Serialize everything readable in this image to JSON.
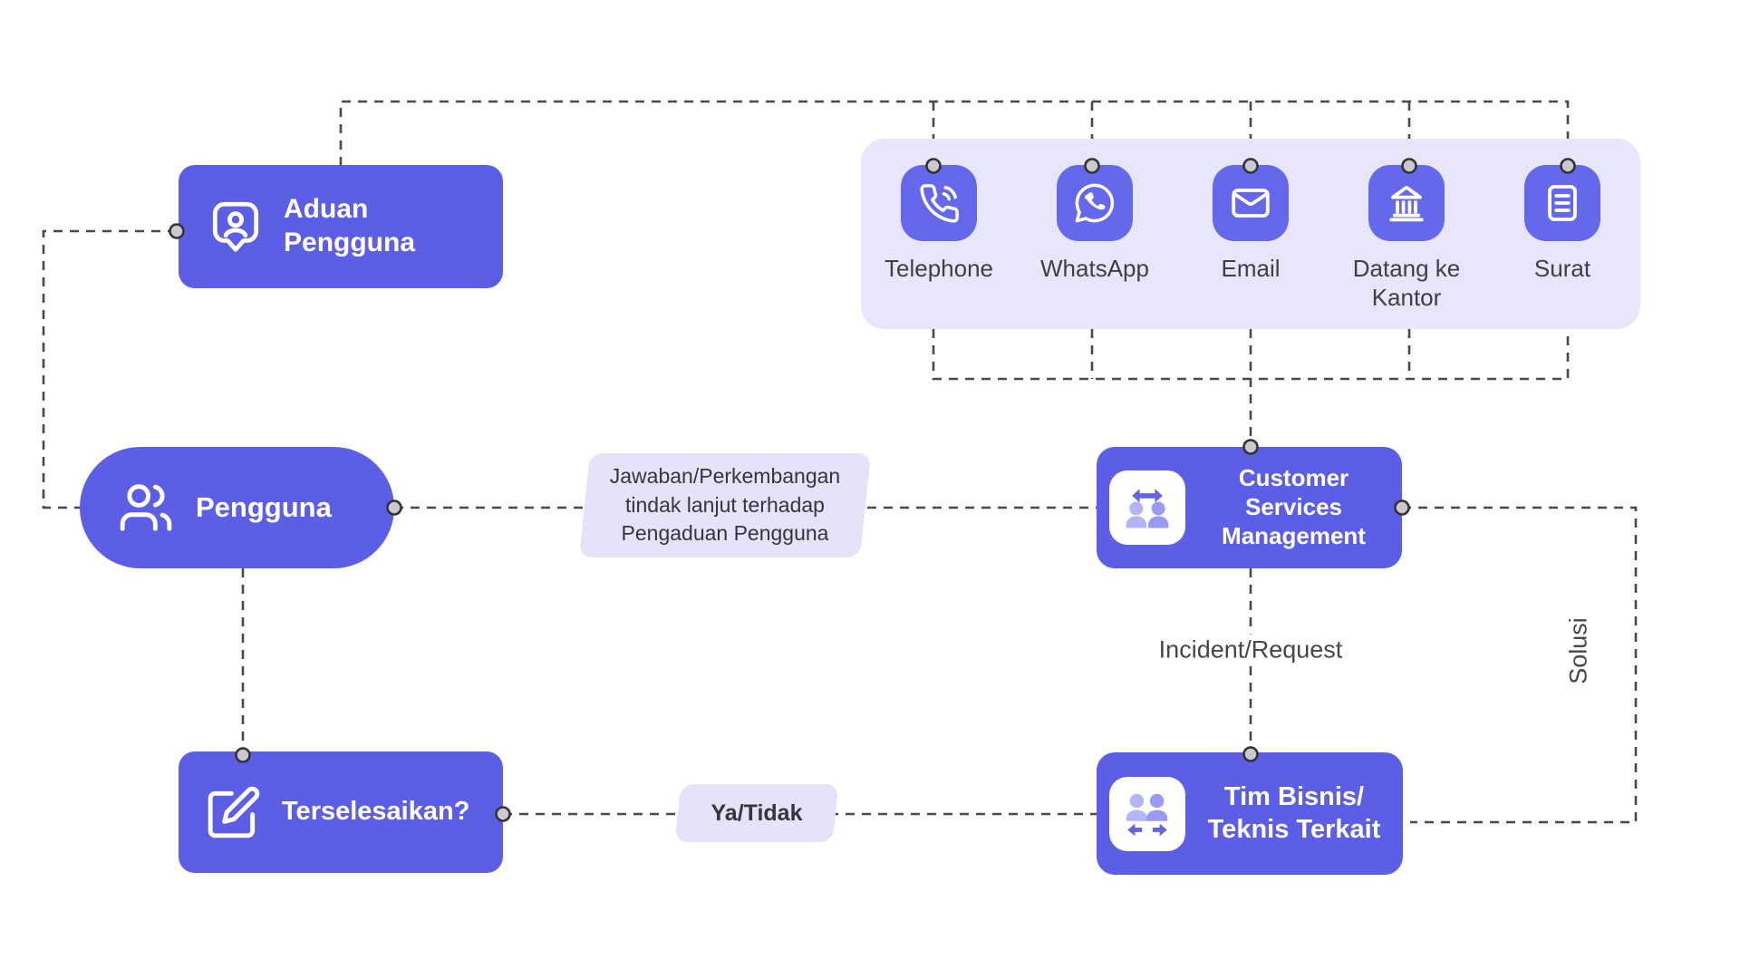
{
  "nodes": {
    "aduan": {
      "label": "Aduan\nPengguna"
    },
    "pengguna": {
      "label": "Pengguna"
    },
    "csm": {
      "label": "Customer\nServices\nManagement"
    },
    "terselesaikan": {
      "label": "Terselesaikan?"
    },
    "tim_bisnis": {
      "label": "Tim Bisnis/\nTeknis Terkait"
    }
  },
  "channels": {
    "items": [
      {
        "icon": "telephone-icon",
        "label": "Telephone"
      },
      {
        "icon": "whatsapp-icon",
        "label": "WhatsApp"
      },
      {
        "icon": "email-icon",
        "label": "Email"
      },
      {
        "icon": "office-visit-icon",
        "label": "Datang ke\nKantor"
      },
      {
        "icon": "letter-icon",
        "label": "Surat"
      }
    ]
  },
  "edge_labels": {
    "jawaban": "Jawaban/Perkembangan\ntindak lanjut terhadap\nPengaduan Pengguna",
    "ya_tidak": "Ya/Tidak",
    "incident": "Incident/Request",
    "solusi": "Solusi"
  },
  "colors": {
    "node_purple": "#5c5ee6",
    "channel_tile_purple": "#6568ea",
    "panel_lavender": "#e7e6fb",
    "label_lavender": "#e4e3f9",
    "connector_gray": "#48484d",
    "dot_fill": "#c9c9ce",
    "person_light": "#b3b5f6",
    "person_dark": "#989bf2",
    "arrow_purple": "#6366dd",
    "text_dark": "#3f3f46"
  }
}
